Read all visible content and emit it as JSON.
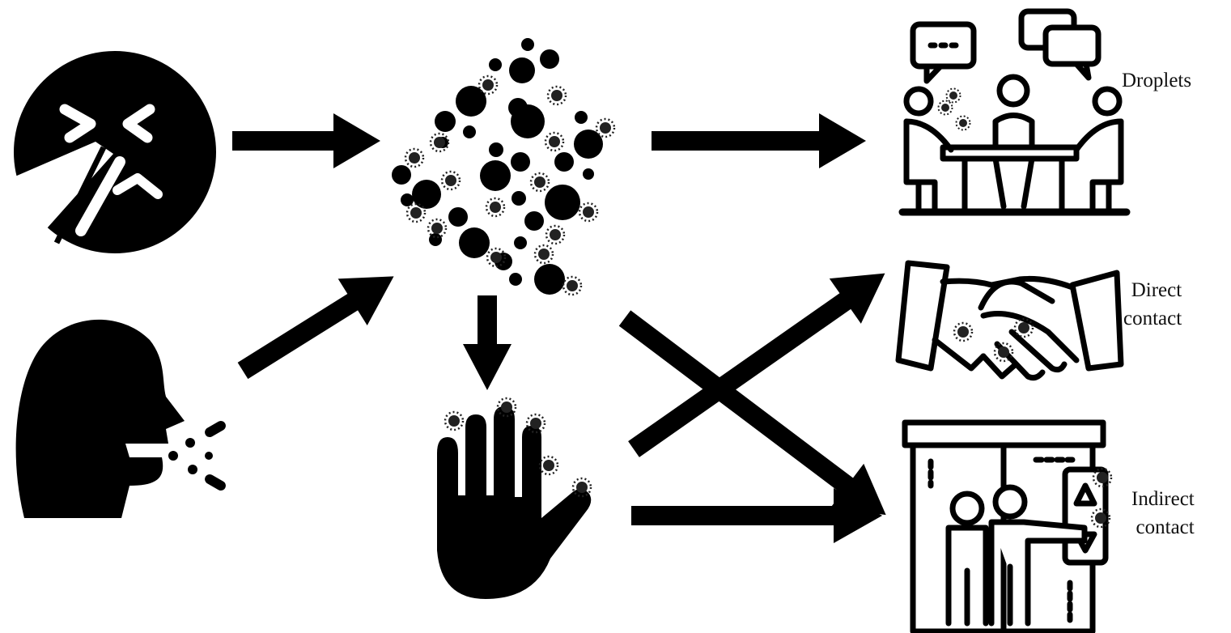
{
  "labels": {
    "droplets": "Droplets",
    "direct_line1": "Direct",
    "direct_line2": "contact",
    "indirect_line1": "Indirect",
    "indirect_line2": "contact"
  },
  "icons": {
    "sneeze": "sneezing-face-icon",
    "cough": "coughing-person-icon",
    "droplet_cloud": "virus-droplet-cloud-icon",
    "hand": "contaminated-hand-icon",
    "meeting": "people-talking-at-table-icon",
    "handshake": "handshake-icon",
    "elevator": "elevator-button-icon"
  },
  "colors": {
    "ink": "#000000",
    "background": "#ffffff"
  }
}
